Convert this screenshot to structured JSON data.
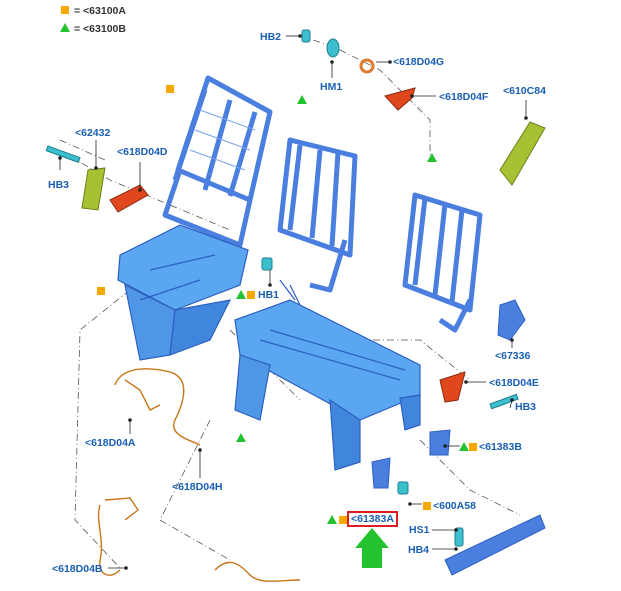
{
  "legend": {
    "square_text": "= <63100A",
    "triangle_text": "= <63100B"
  },
  "colors": {
    "frame_blue": "#4a7fe0",
    "seat_light_blue": "#5aa6f0",
    "accent_orange": "#f6a800",
    "accent_green": "#22c32e",
    "callout_blue": "#1a5fb4",
    "highlight_red": "#e01b24",
    "harness_brown": "#c8761a",
    "bracket_red": "#e0471c",
    "lime_part": "#a6c232",
    "teal_fastener": "#3dbfcf"
  },
  "icons": {
    "square": "orange-square-marker",
    "triangle": "green-triangle-marker",
    "arrow": "green-up-arrow"
  },
  "callouts": {
    "hb2": "HB2",
    "hm1": "HM1",
    "c618d04g": "<618D04G",
    "c618d04f": "<618D04F",
    "c610c84": "<610C84",
    "c62432": "<62432",
    "c618d04d": "<618D04D",
    "hb3_left": "HB3",
    "hb1": "HB1",
    "c67336": "<67336",
    "c618d04e": "<618D04E",
    "hb3_right": "HB3",
    "c61383b": "<61383B",
    "c618d04a": "<618D04A",
    "c618d04h": "<618D04H",
    "c600a58": "<600A58",
    "c61383a": "<61383A",
    "hs1": "HS1",
    "hb4": "HB4",
    "c618d04b": "<618D04B"
  }
}
